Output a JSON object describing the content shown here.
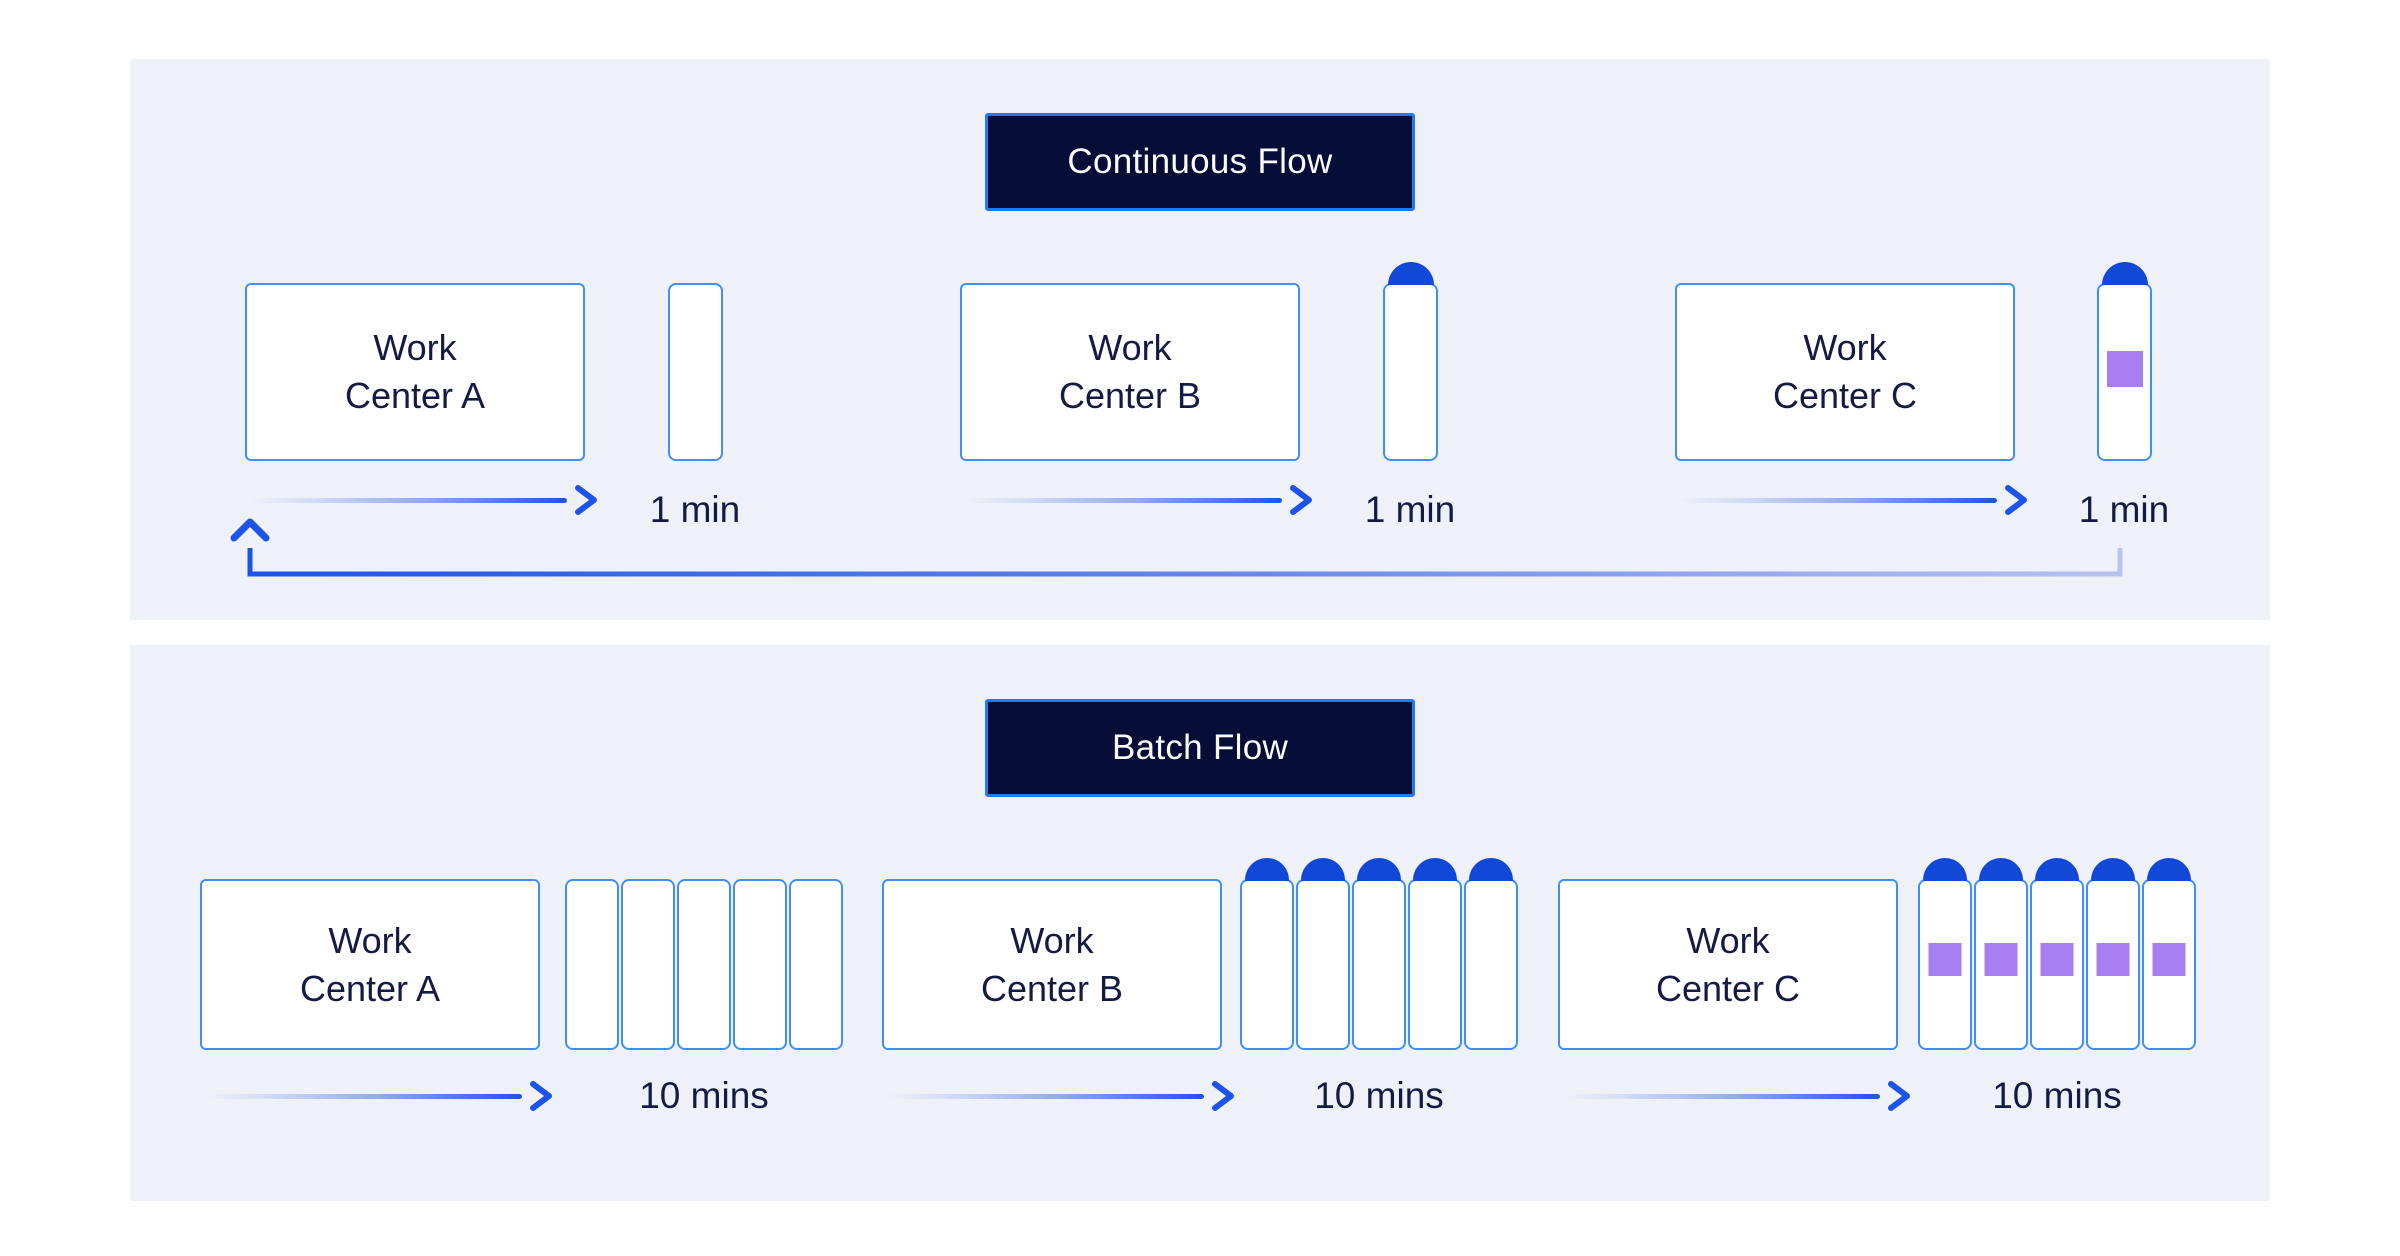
{
  "colors": {
    "panel_background": "#eef1f8",
    "header_background": "#060d36",
    "header_border": "#1e7bf7",
    "box_border": "#3f8efa",
    "arrow_blue": "#1d53e8",
    "loop_light_blue": "#b6c3ef",
    "dome_blue": "#1148d8",
    "item_purple": "#a97ef0",
    "text_navy": "#131b45"
  },
  "sections": [
    {
      "title": "Continuous Flow",
      "stations": [
        {
          "label": "Work\nCenter A"
        },
        {
          "label": "Work\nCenter B"
        },
        {
          "label": "Work\nCenter C"
        }
      ],
      "queues": [
        {
          "time": "1 min",
          "slots": 1,
          "occupied": false,
          "has_item": false
        },
        {
          "time": "1 min",
          "slots": 1,
          "occupied": true,
          "has_item": false
        },
        {
          "time": "1 min",
          "slots": 1,
          "occupied": true,
          "has_item": true
        }
      ],
      "loop_back": true
    },
    {
      "title": "Batch Flow",
      "stations": [
        {
          "label": "Work\nCenter A"
        },
        {
          "label": "Work\nCenter B"
        },
        {
          "label": "Work\nCenter C"
        }
      ],
      "queues": [
        {
          "time": "10 mins",
          "slots": 5,
          "occupied": false,
          "has_item": false
        },
        {
          "time": "10 mins",
          "slots": 5,
          "occupied": true,
          "has_item": false
        },
        {
          "time": "10 mins",
          "slots": 5,
          "occupied": true,
          "has_item": true
        }
      ],
      "loop_back": false
    }
  ]
}
